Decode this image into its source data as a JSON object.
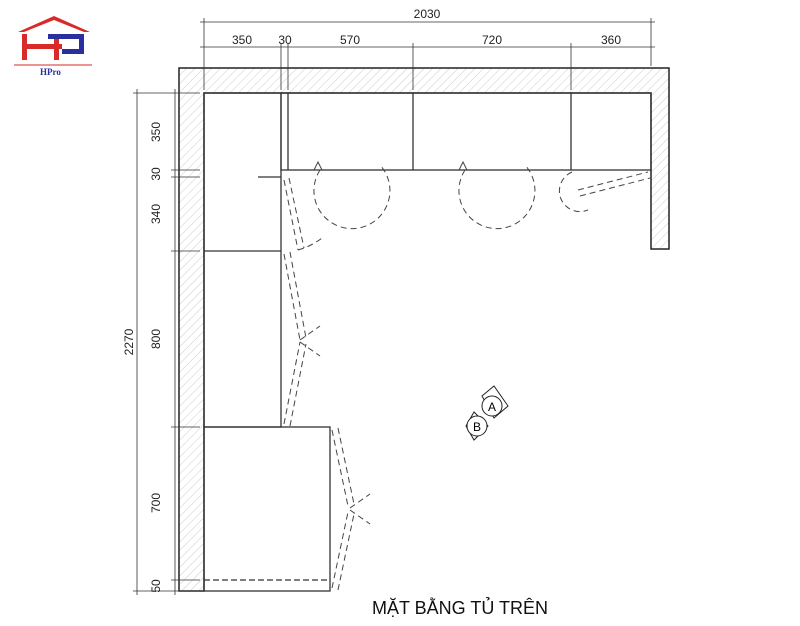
{
  "logo": {
    "text": "HPro",
    "colors": {
      "red": "#d92a2a",
      "blue": "#2a2f9e"
    }
  },
  "title": "MẶT BẰNG TỦ TRÊN",
  "dimensions": {
    "top_total": "2030",
    "top": [
      "350",
      "30",
      "570",
      "720",
      "360"
    ],
    "left_total": "2270",
    "left": [
      "350",
      "30",
      "340",
      "800",
      "700",
      "50"
    ]
  },
  "markers": [
    "A",
    "B"
  ]
}
